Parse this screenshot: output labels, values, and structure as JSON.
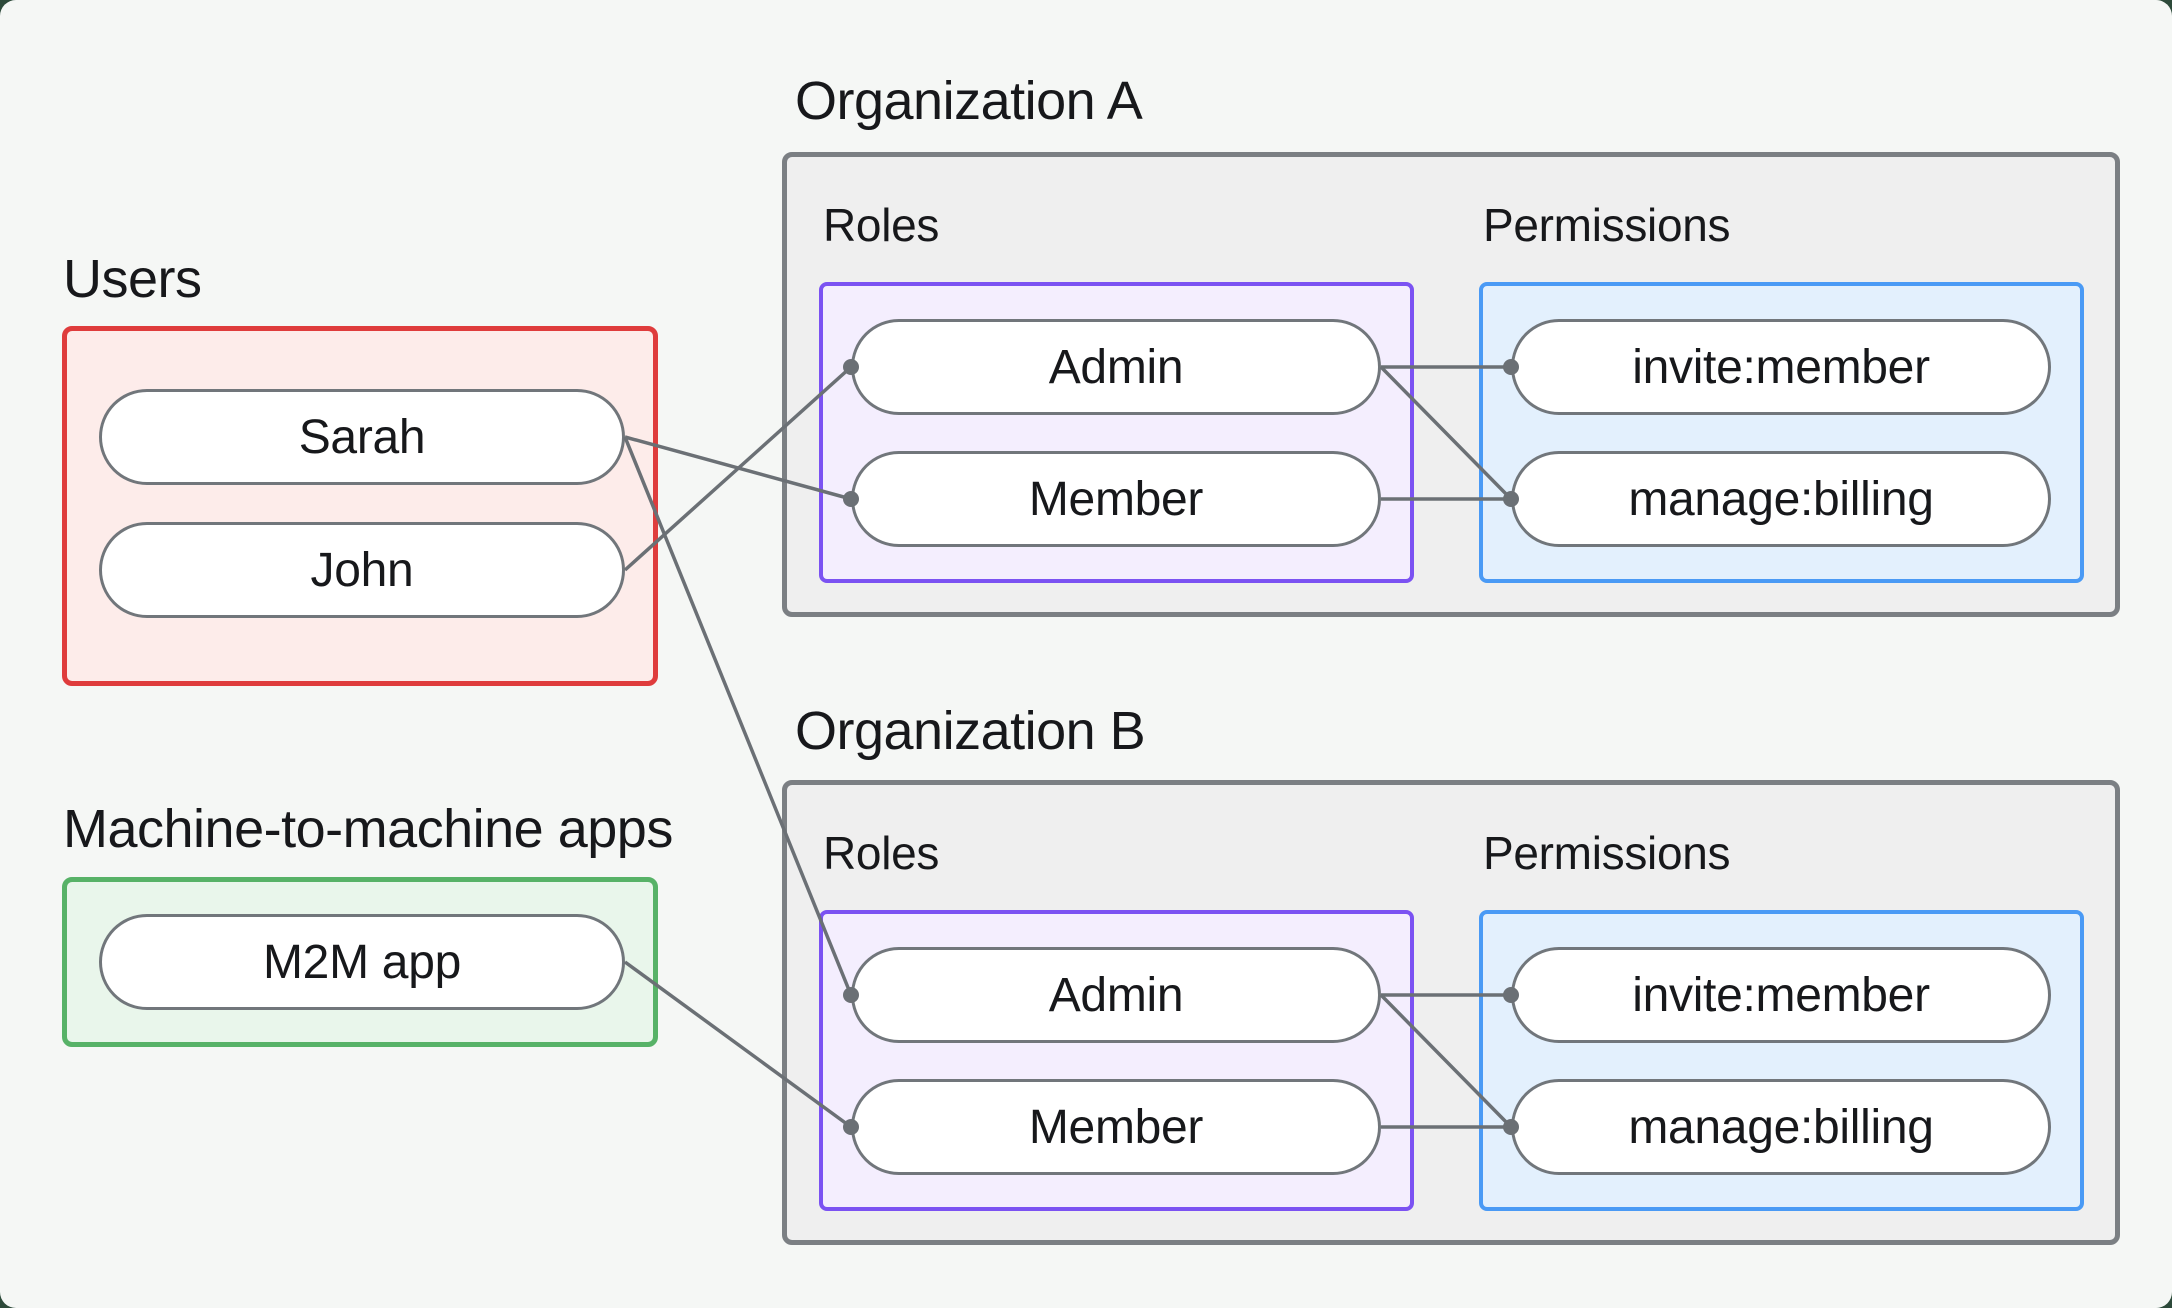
{
  "diagram": {
    "users_group": {
      "label": "Users"
    },
    "m2m_group": {
      "label": "Machine-to-machine apps"
    },
    "org_a": {
      "label": "Organization A",
      "roles_label": "Roles",
      "permissions_label": "Permissions"
    },
    "org_b": {
      "label": "Organization B",
      "roles_label": "Roles",
      "permissions_label": "Permissions"
    }
  },
  "nodes": {
    "sarah": {
      "label": "Sarah"
    },
    "john": {
      "label": "John"
    },
    "m2m_app": {
      "label": "M2M app"
    },
    "org_a_admin": {
      "label": "Admin"
    },
    "org_a_member": {
      "label": "Member"
    },
    "org_a_invite": {
      "label": "invite:member"
    },
    "org_a_manage": {
      "label": "manage:billing"
    },
    "org_b_admin": {
      "label": "Admin"
    },
    "org_b_member": {
      "label": "Member"
    },
    "org_b_invite": {
      "label": "invite:member"
    },
    "org_b_manage": {
      "label": "manage:billing"
    }
  },
  "edges": [
    {
      "from": "john",
      "to": "org_a_admin"
    },
    {
      "from": "sarah",
      "to": "org_a_member"
    },
    {
      "from": "sarah",
      "to": "org_b_admin"
    },
    {
      "from": "m2m_app",
      "to": "org_b_member"
    },
    {
      "from": "org_a_admin",
      "to": "org_a_invite"
    },
    {
      "from": "org_a_admin",
      "to": "org_a_manage"
    },
    {
      "from": "org_a_member",
      "to": "org_a_manage"
    },
    {
      "from": "org_b_admin",
      "to": "org_b_invite"
    },
    {
      "from": "org_b_admin",
      "to": "org_b_manage"
    },
    {
      "from": "org_b_member",
      "to": "org_b_manage"
    }
  ],
  "colors": {
    "page_bg": "#f5f7f5",
    "outside_bg": "#2d4a3a",
    "users_border": "#df3c3c",
    "users_bg": "#fdecea",
    "m2m_border": "#57b267",
    "m2m_bg": "#e9f6eb",
    "org_border": "#7b7f83",
    "org_bg": "#efefef",
    "roles_border": "#7b52f2",
    "roles_bg": "#f4eefe",
    "perm_border": "#4a9af5",
    "perm_bg": "#e3f0fd",
    "pill_border": "#71767b",
    "pill_bg": "#ffffff",
    "edge": "#6b7075",
    "text": "#17181b"
  }
}
